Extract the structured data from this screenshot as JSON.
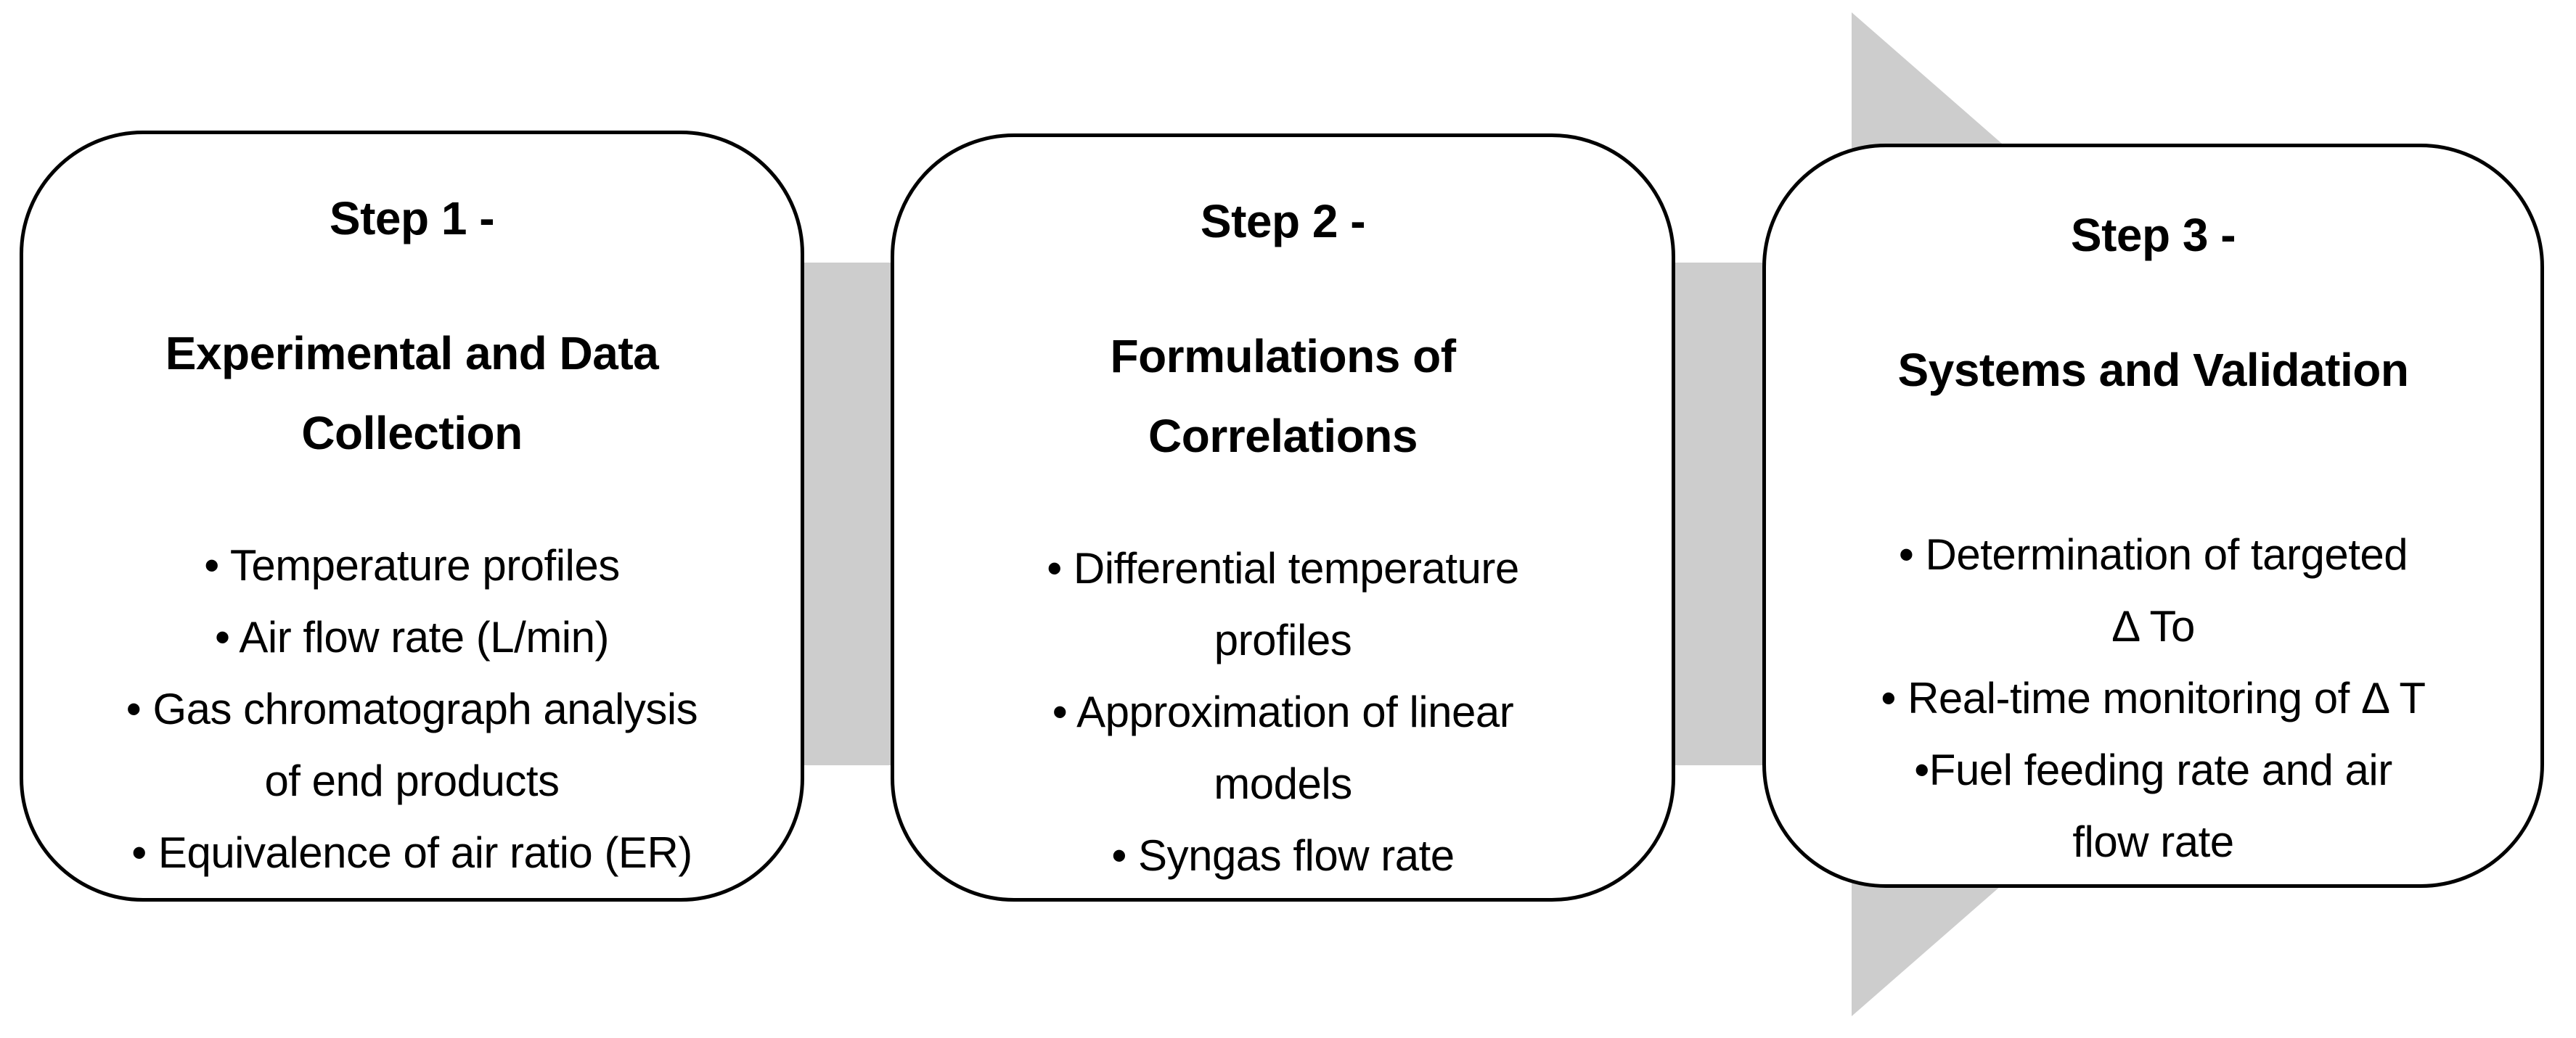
{
  "colors": {
    "arrow_gray": "#cdcdcd",
    "box_border": "#000000",
    "box_fill": "#ffffff",
    "text": "#000000"
  },
  "boxes": [
    {
      "title": "Step 1 -",
      "subtitle_lines": [
        "Experimental and Data",
        "Collection"
      ],
      "body_lines": [
        "• Temperature profiles",
        "• Air flow rate (L/min)",
        "• Gas chromatograph analysis",
        "of end products",
        "• Equivalence of air ratio (ER)"
      ]
    },
    {
      "title": "Step 2 -",
      "subtitle_lines": [
        "Formulations of",
        "Correlations"
      ],
      "body_lines": [
        "• Differential temperature",
        "profiles",
        "• Approximation of linear",
        "models",
        "• Syngas flow rate"
      ]
    },
    {
      "title": "Step 3 -",
      "subtitle_lines": [
        "Systems and Validation"
      ],
      "body_lines": [
        "• Determination of targeted",
        "Δ To",
        "• Real-time monitoring of Δ T",
        "•Fuel feeding rate and air",
        "flow rate"
      ]
    }
  ]
}
